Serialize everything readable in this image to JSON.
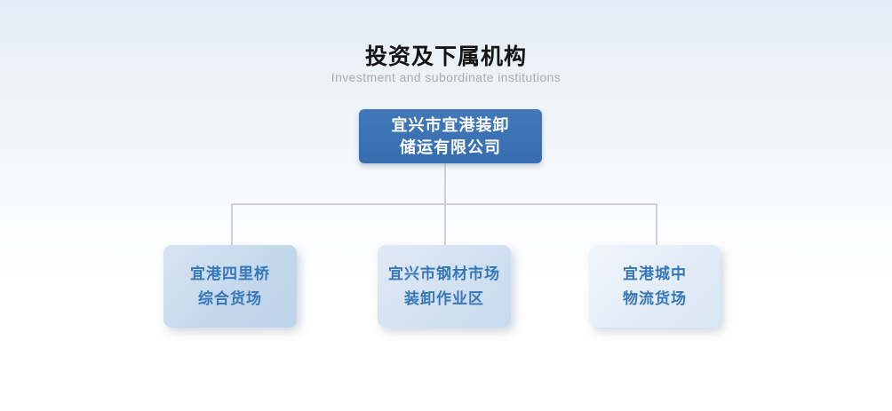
{
  "page": {
    "title": "投资及下属机构",
    "subtitle": "Investment and subordinate institutions"
  },
  "org_chart": {
    "root": {
      "lines": [
        "宜兴市宜港装卸",
        "储运有限公司"
      ]
    },
    "children": [
      {
        "lines": [
          "宜港四里桥",
          "综合货场"
        ]
      },
      {
        "lines": [
          "宜兴市钢材市场",
          "装卸作业区"
        ]
      },
      {
        "lines": [
          "宜港城中",
          "物流货场"
        ]
      }
    ]
  },
  "colors": {
    "root_box_bg": "#3a72b4",
    "root_box_text": "#ffffff",
    "child_box_1_bg": "#c3d7eb",
    "child_box_2_bg": "#cfdff1",
    "child_box_3_bg": "#e0eaf6",
    "child_box_text": "#3677b7",
    "connector_line": "#d1d1d1",
    "title_text": "#141414",
    "subtitle_text": "#acacac",
    "background_top": "#e4edf6",
    "background_bottom": "#ffffff"
  }
}
